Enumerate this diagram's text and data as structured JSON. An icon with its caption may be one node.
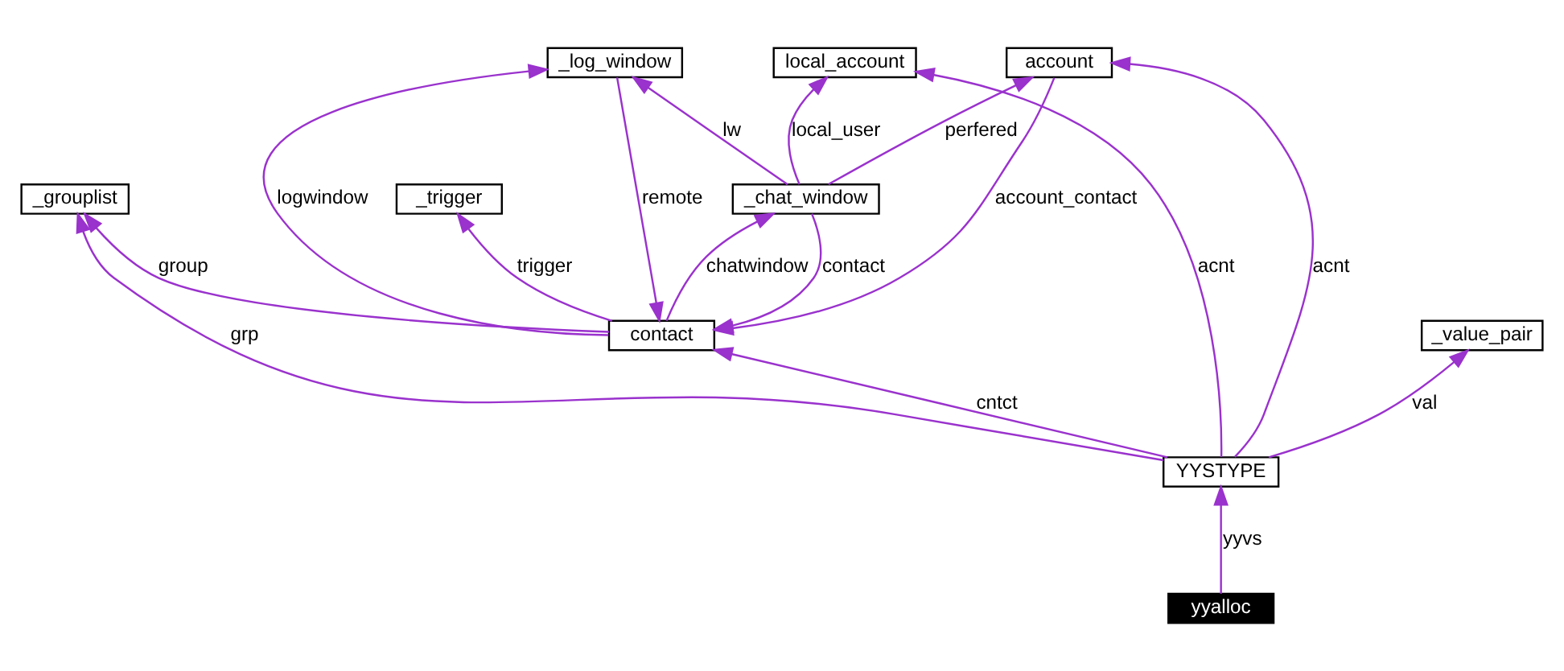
{
  "diagram": {
    "nodes": [
      {
        "text": [
          "_trigger"
        ]
      },
      {
        "text": [
          "_grouplist"
        ]
      },
      {
        "text": [
          "contact"
        ]
      },
      {
        "text": [
          "_log_window"
        ]
      },
      {
        "text": [
          "account"
        ]
      },
      {
        "text": [
          "local_account"
        ]
      },
      {
        "text": [
          "_value_pair"
        ]
      },
      {
        "text": [
          "_chat_window"
        ]
      },
      {
        "text": [
          "YYSTYPE"
        ]
      },
      {
        "text": [
          "yyalloc"
        ]
      }
    ],
    "edges": [
      {
        "from": 2,
        "to": 0,
        "arrow": "to",
        "label": "trigger"
      },
      {
        "from": 2,
        "to": 1,
        "arrow": "to",
        "label": "group"
      },
      {
        "from": 2,
        "to": 3,
        "arrow": "to",
        "label": "logwindow"
      },
      {
        "from": 3,
        "to": 2,
        "arrow": "to",
        "label": "remote"
      },
      {
        "from": 2,
        "to": 7,
        "arrow": "to",
        "label": "chatwindow"
      },
      {
        "from": 7,
        "to": 2,
        "arrow": "to",
        "label": "contact"
      },
      {
        "from": 4,
        "to": 2,
        "arrow": "to",
        "label": "account_contact"
      },
      {
        "from": 7,
        "to": 3,
        "arrow": "to",
        "label": "lw"
      },
      {
        "from": 7,
        "to": 4,
        "arrow": "to",
        "label": "perfered"
      },
      {
        "from": 7,
        "to": 5,
        "arrow": "to",
        "label": "local_user"
      },
      {
        "from": 8,
        "to": 4,
        "arrow": "to",
        "label": "acnt"
      },
      {
        "from": 8,
        "to": 5,
        "arrow": "to",
        "label": "acnt"
      },
      {
        "from": 8,
        "to": 2,
        "arrow": "to",
        "label": "cntct"
      },
      {
        "from": 8,
        "to": 1,
        "arrow": "to",
        "label": "grp"
      },
      {
        "from": 8,
        "to": 6,
        "arrow": "to",
        "label": "val"
      },
      {
        "from": 9,
        "to": 8,
        "arrow": "to",
        "label": "yyvs"
      }
    ]
  }
}
